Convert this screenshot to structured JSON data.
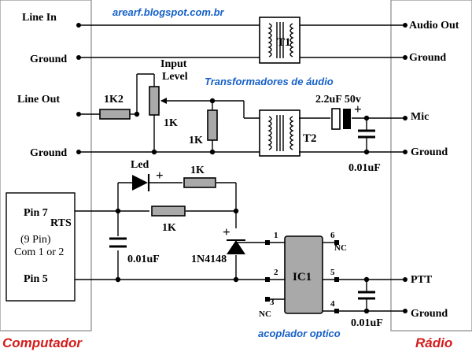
{
  "source_url": "arearf.blogspot.com.br",
  "titles": {
    "computer": "Computador",
    "radio": "Rádio",
    "transformers": "Transformadores de áudio",
    "optocoupler": "acoplador optico"
  },
  "left_labels": {
    "line_in": "Line In",
    "ground1": "Ground",
    "line_out": "Line Out",
    "ground2": "Ground"
  },
  "right_labels": {
    "audio_out": "Audio Out",
    "ground1": "Ground",
    "mic": "Mic",
    "ground2": "Ground",
    "ptt": "PTT",
    "ground3": "Ground"
  },
  "serial_port": {
    "pin7": "Pin 7",
    "rts": "RTS",
    "desc1": "(9 Pin)",
    "desc2": "Com 1 or 2",
    "pin5": "Pin 5"
  },
  "components": {
    "t1": "T1",
    "t2": "T2",
    "r1k2": "1K2",
    "pot_label1": "Input",
    "pot_label2": "Level",
    "pot_value": "1K",
    "r_shunt": "1K",
    "cap_electrolytic": "2.2uF 50v",
    "cap_mic": "0.01uF",
    "led": "Led",
    "led_plus": "+",
    "cap_plus": "+",
    "r_led": "1K",
    "r_rts": "1K",
    "cap_rts": "0.01uF",
    "diode": "1N4148",
    "diode_plus": "+",
    "ic": "IC1",
    "cap_ptt": "0.01uF"
  },
  "ic_pins": {
    "p1": "1",
    "p2": "2",
    "p3": "3",
    "p4": "4",
    "p5": "5",
    "p6": "6",
    "nc6": "NC",
    "nc3": "NC"
  }
}
